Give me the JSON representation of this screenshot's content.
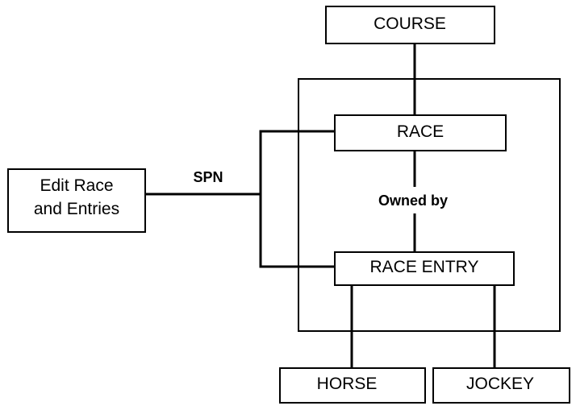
{
  "nodes": {
    "course": "COURSE",
    "race": "RACE",
    "race_entry": "RACE ENTRY",
    "horse": "HORSE",
    "jockey": "JOCKEY",
    "edit_line1": "Edit Race",
    "edit_line2": "and Entries"
  },
  "labels": {
    "spn": "SPN",
    "owned_by": "Owned by"
  }
}
